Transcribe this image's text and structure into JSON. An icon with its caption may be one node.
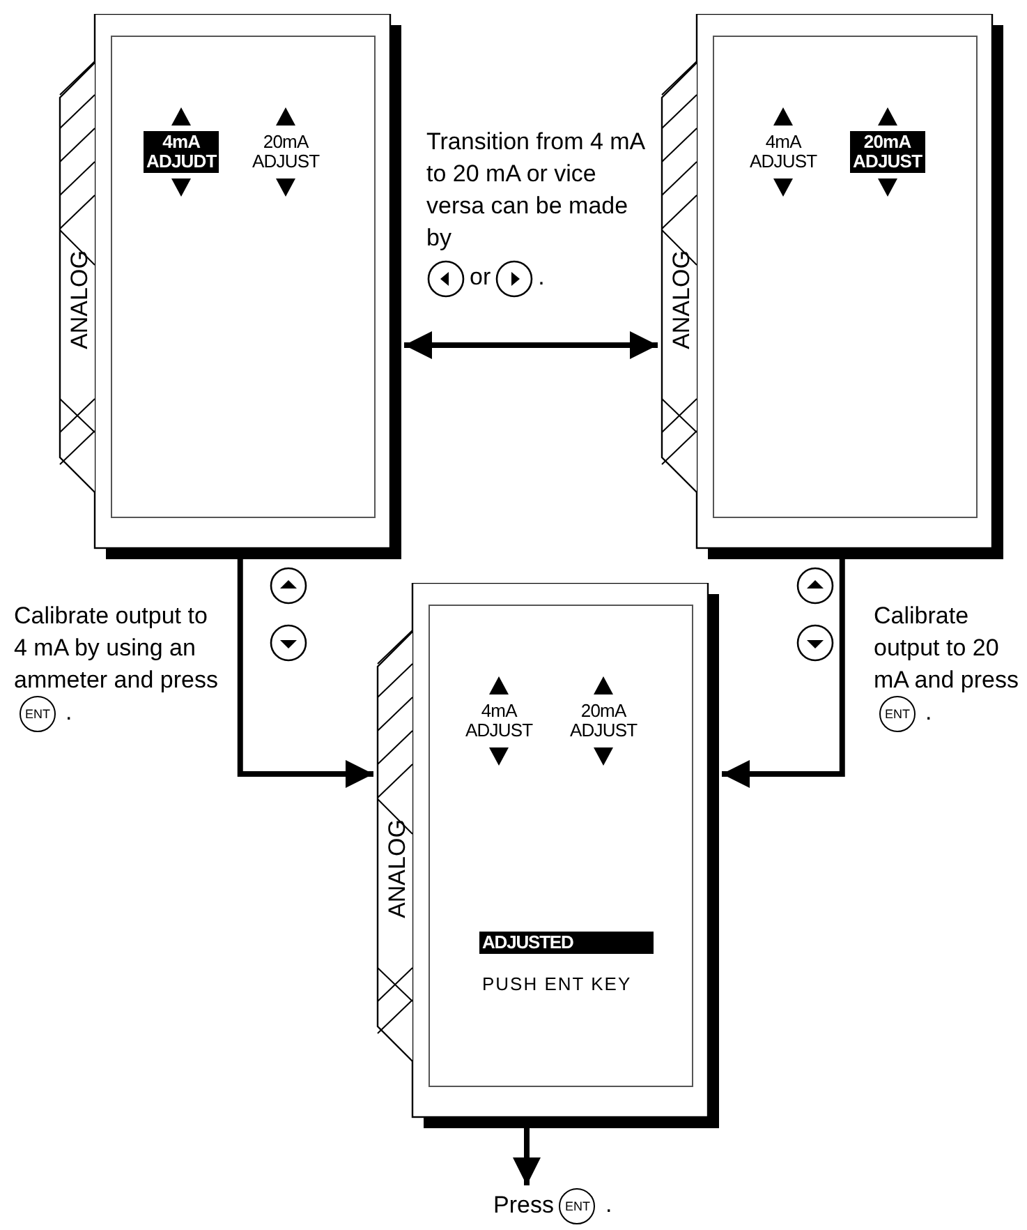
{
  "diagram": {
    "nodes": [
      {
        "text": [
          "ANALOG",
          "4mA ADJUDT",
          "20mA ADJUST"
        ]
      },
      {
        "text": [
          "ANALOG",
          "4mA ADJUST",
          "20mA ADJUST"
        ]
      },
      {
        "text": [
          "ANALOG",
          "4mA ADJUST",
          "20mA ADJUST",
          "ADJUSTED",
          "PUSH ENT KEY"
        ]
      },
      {
        "text": [
          "Press"
        ]
      }
    ],
    "edges": [
      {
        "from": 0,
        "to": 1,
        "arrow": "both",
        "label": "Transition from 4 mA to 20 mA or vice versa can be made by"
      },
      {
        "from": 0,
        "to": 2,
        "arrow": "to",
        "label": "Calibrate output to 4 mA by using an ammeter and press"
      },
      {
        "from": 1,
        "to": 2,
        "arrow": "to",
        "label": "Calibrate output to 20 mA and press"
      },
      {
        "from": 2,
        "to": 3,
        "arrow": "to"
      }
    ],
    "labels": [
      "or",
      ".",
      "ENT",
      ".",
      "ENT",
      ".",
      "ENT",
      "."
    ]
  }
}
